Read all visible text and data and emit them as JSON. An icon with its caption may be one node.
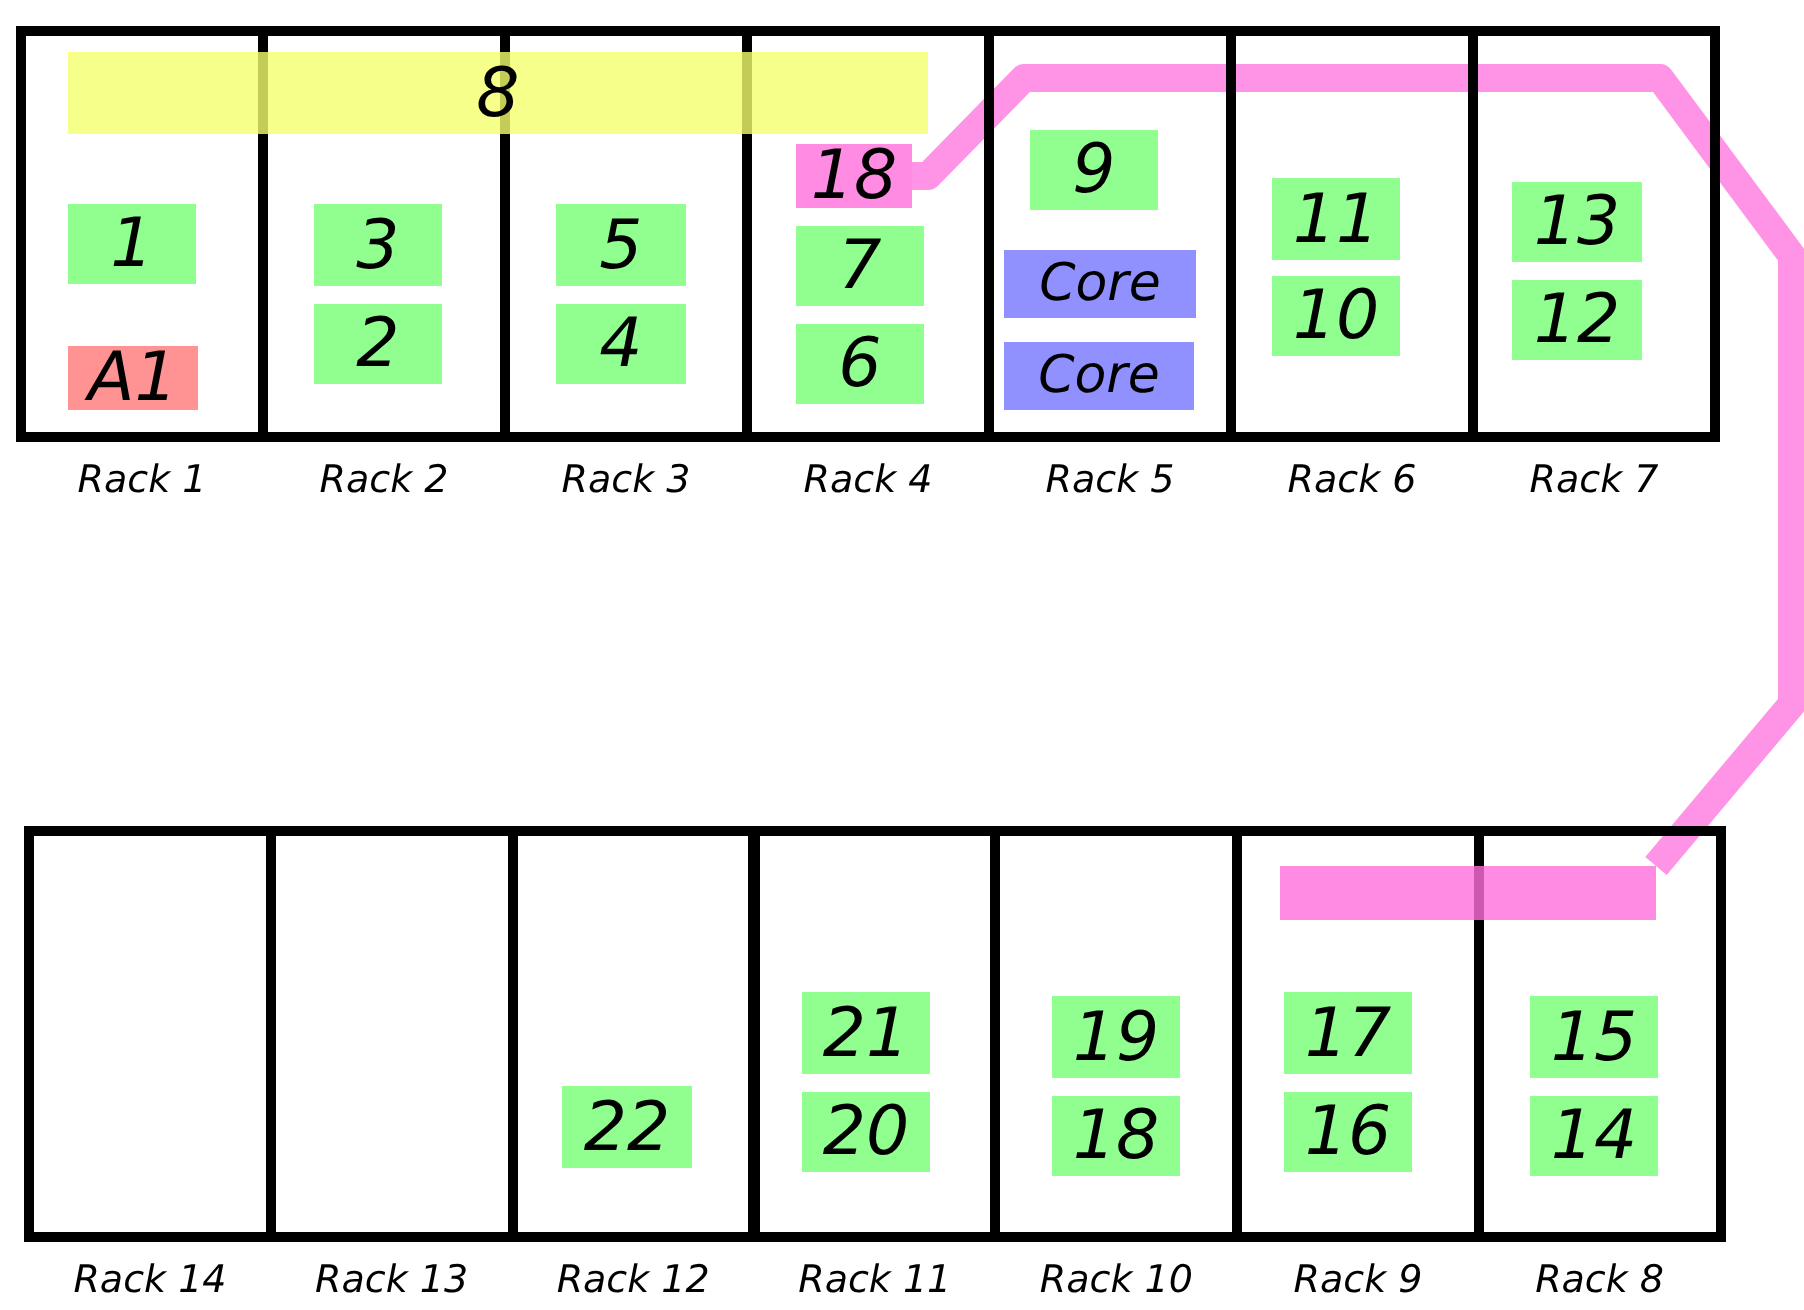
{
  "diagram": {
    "nodes": [
      {
        "text": [
          "Rack 1"
        ]
      },
      {
        "text": [
          "8"
        ]
      },
      {
        "text": [
          "1"
        ],
        "in": 0
      },
      {
        "text": [
          "A1"
        ],
        "in": 0
      },
      {
        "text": [
          "Rack 2"
        ]
      },
      {
        "text": [
          "3"
        ],
        "in": 4
      },
      {
        "text": [
          "2"
        ],
        "in": 4
      },
      {
        "text": [
          "Rack 3"
        ]
      },
      {
        "text": [
          "5"
        ],
        "in": 7
      },
      {
        "text": [
          "4"
        ],
        "in": 7
      },
      {
        "text": [
          "Rack 4"
        ]
      },
      {
        "text": [
          "18"
        ],
        "in": 10
      },
      {
        "text": [
          "7"
        ],
        "in": 10
      },
      {
        "text": [
          "6"
        ],
        "in": 10
      },
      {
        "text": [
          "Rack 5"
        ]
      },
      {
        "text": [
          "9"
        ],
        "in": 14
      },
      {
        "text": [
          "Core"
        ],
        "in": 14
      },
      {
        "text": [
          "Core"
        ],
        "in": 14
      },
      {
        "text": [
          "Rack 6"
        ]
      },
      {
        "text": [
          "11"
        ],
        "in": 18
      },
      {
        "text": [
          "10"
        ],
        "in": 18
      },
      {
        "text": [
          "Rack 7"
        ]
      },
      {
        "text": [
          "13"
        ],
        "in": 21
      },
      {
        "text": [
          "12"
        ],
        "in": 21
      },
      {
        "text": [
          "Rack 14"
        ]
      },
      {
        "text": [
          "Rack 13"
        ]
      },
      {
        "text": [
          "Rack 12"
        ]
      },
      {
        "text": [
          "22"
        ],
        "in": 26
      },
      {
        "text": [
          "Rack 11"
        ]
      },
      {
        "text": [
          "21"
        ],
        "in": 28
      },
      {
        "text": [
          "20"
        ],
        "in": 28
      },
      {
        "text": [
          "Rack 10"
        ]
      },
      {
        "text": [
          "19"
        ],
        "in": 31
      },
      {
        "text": [
          "18"
        ],
        "in": 31
      },
      {
        "text": [
          "Rack 9"
        ]
      },
      {
        "text": [
          "17"
        ],
        "in": 34
      },
      {
        "text": [
          "16"
        ],
        "in": 34
      },
      {
        "text": [
          "Rack 8"
        ]
      },
      {
        "text": [
          "15"
        ],
        "in": 37
      },
      {
        "text": [
          "14"
        ],
        "in": 37
      },
      {
        "text": [],
        "shape": "bar"
      }
    ],
    "edges": [
      {
        "from": 11,
        "to": 40,
        "arrow": "none",
        "color": "#ff80e0"
      }
    ]
  }
}
